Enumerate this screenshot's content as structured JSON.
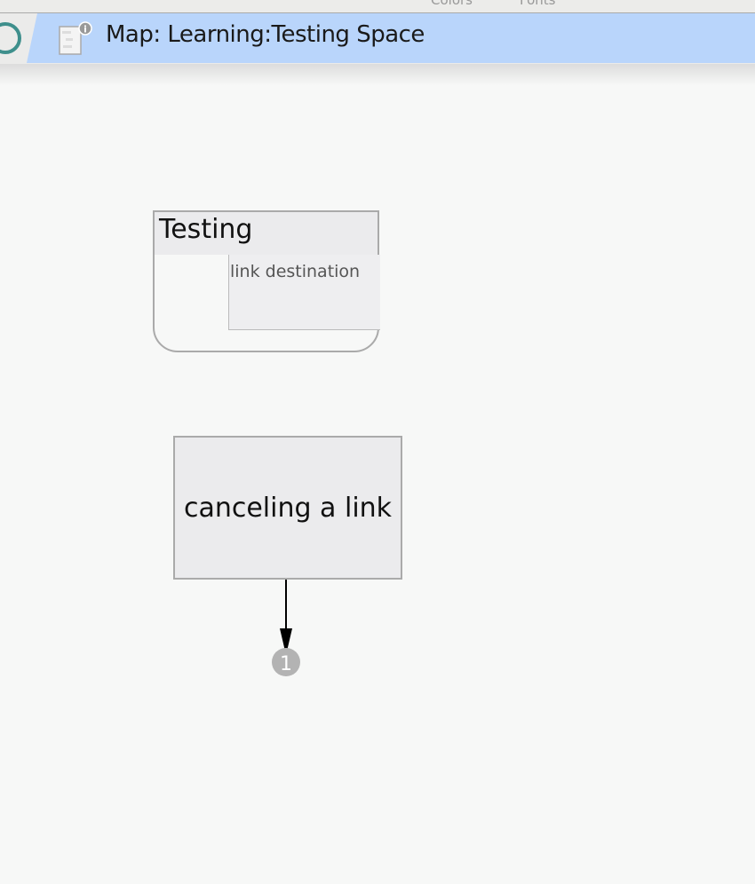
{
  "toolbar": {
    "colors_label": "Colors",
    "fonts_label": "Fonts"
  },
  "tab": {
    "title": "Map: Learning:Testing Space",
    "info_icon": "info-icon",
    "badge_text": "i"
  },
  "map": {
    "container": {
      "title": "Testing",
      "note": "link destination"
    },
    "note_card": {
      "title": "canceling a link"
    },
    "link": {
      "badge": "1",
      "color": "#000000",
      "badge_color": "#b3b3b3"
    }
  }
}
